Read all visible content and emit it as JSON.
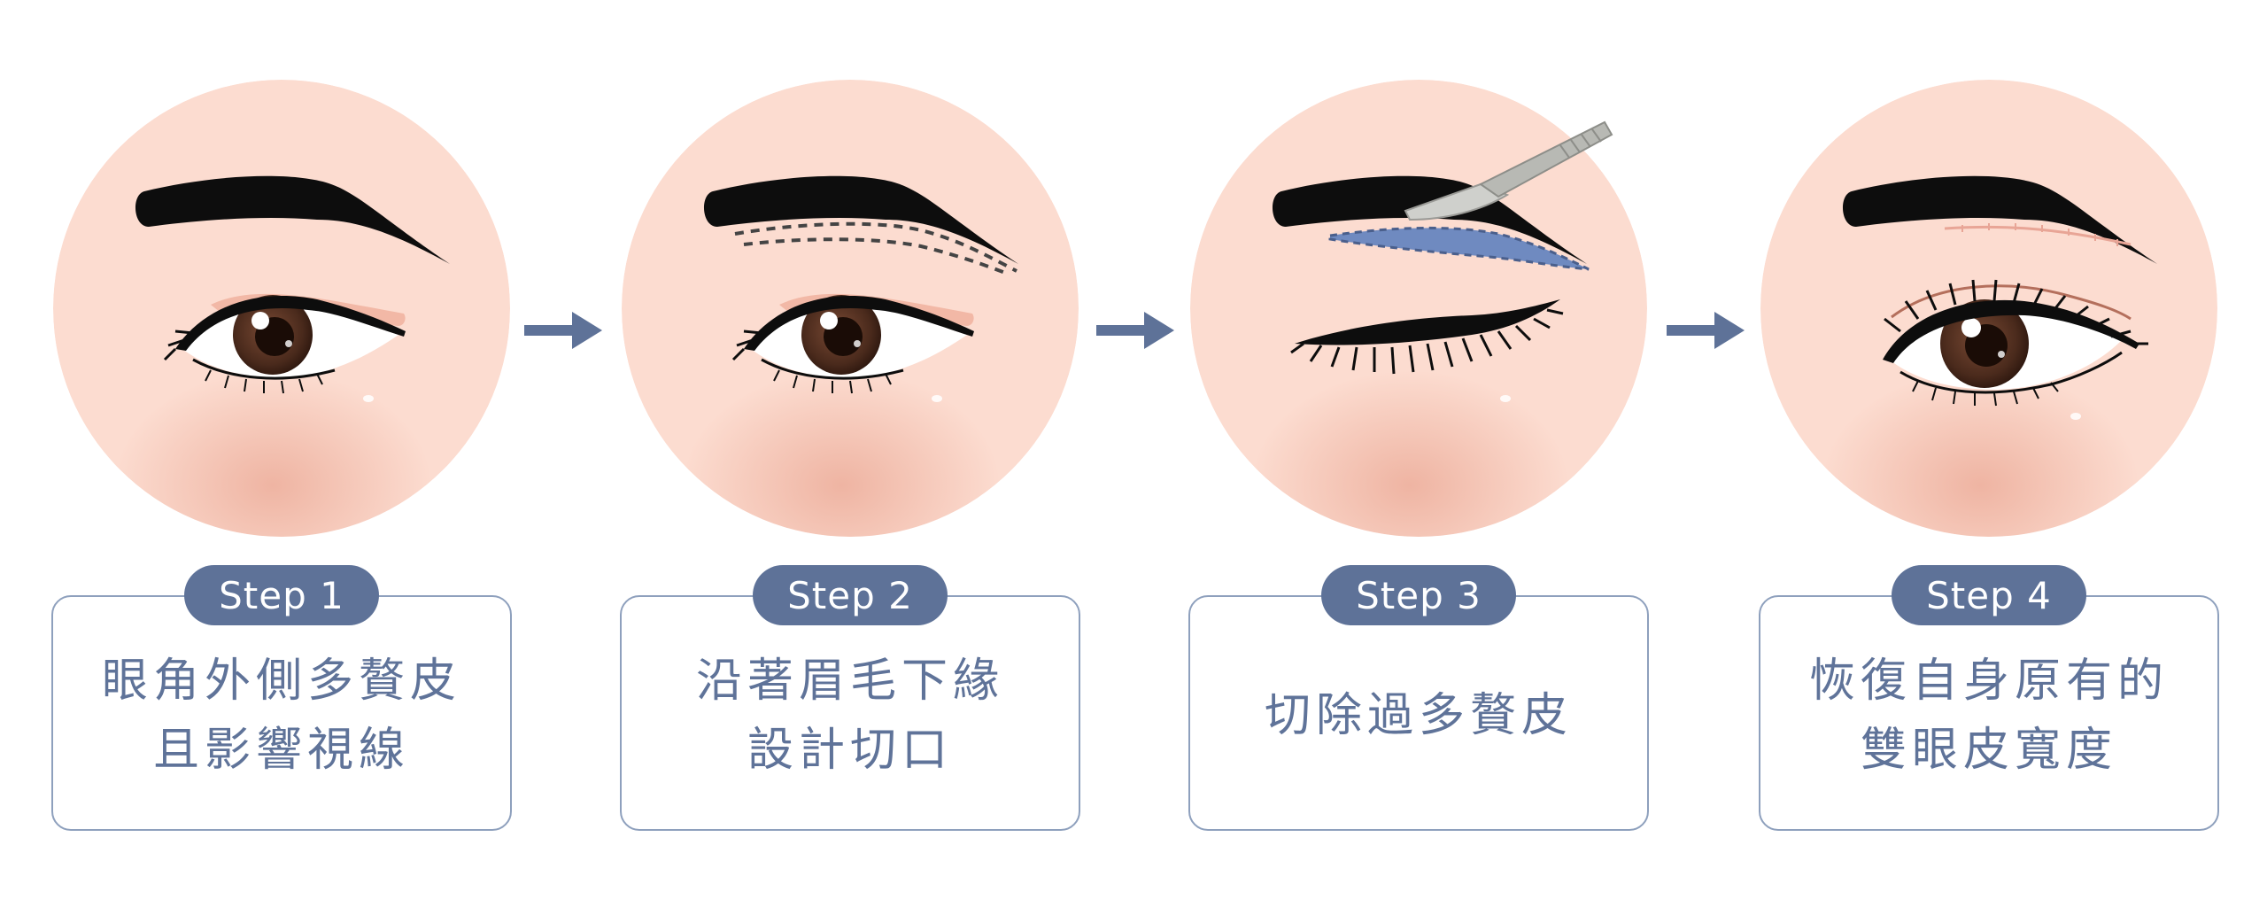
{
  "colors": {
    "skin": "#fcdcd0",
    "blush": "#eeb2a0",
    "accent": "#5e7298",
    "caption_text": "#5f7399",
    "box_border": "#8ea0bd",
    "incision_fill": "#6f8ac0"
  },
  "steps": [
    {
      "label": "Step 1",
      "caption": [
        "眼角外側多贅皮",
        "且影響視線"
      ],
      "illustration": "droopy-eyelid-eye-icon"
    },
    {
      "label": "Step 2",
      "caption": [
        "沿著眉毛下緣",
        "設計切口"
      ],
      "illustration": "incision-design-eye-icon"
    },
    {
      "label": "Step 3",
      "caption": [
        "切除過多贅皮"
      ],
      "illustration": "skin-removal-scalpel-icon"
    },
    {
      "label": "Step 4",
      "caption": [
        "恢復自身原有的",
        "雙眼皮寬度"
      ],
      "illustration": "restored-double-eyelid-eye-icon"
    }
  ],
  "arrows": [
    "right-arrow-icon",
    "right-arrow-icon",
    "right-arrow-icon"
  ]
}
